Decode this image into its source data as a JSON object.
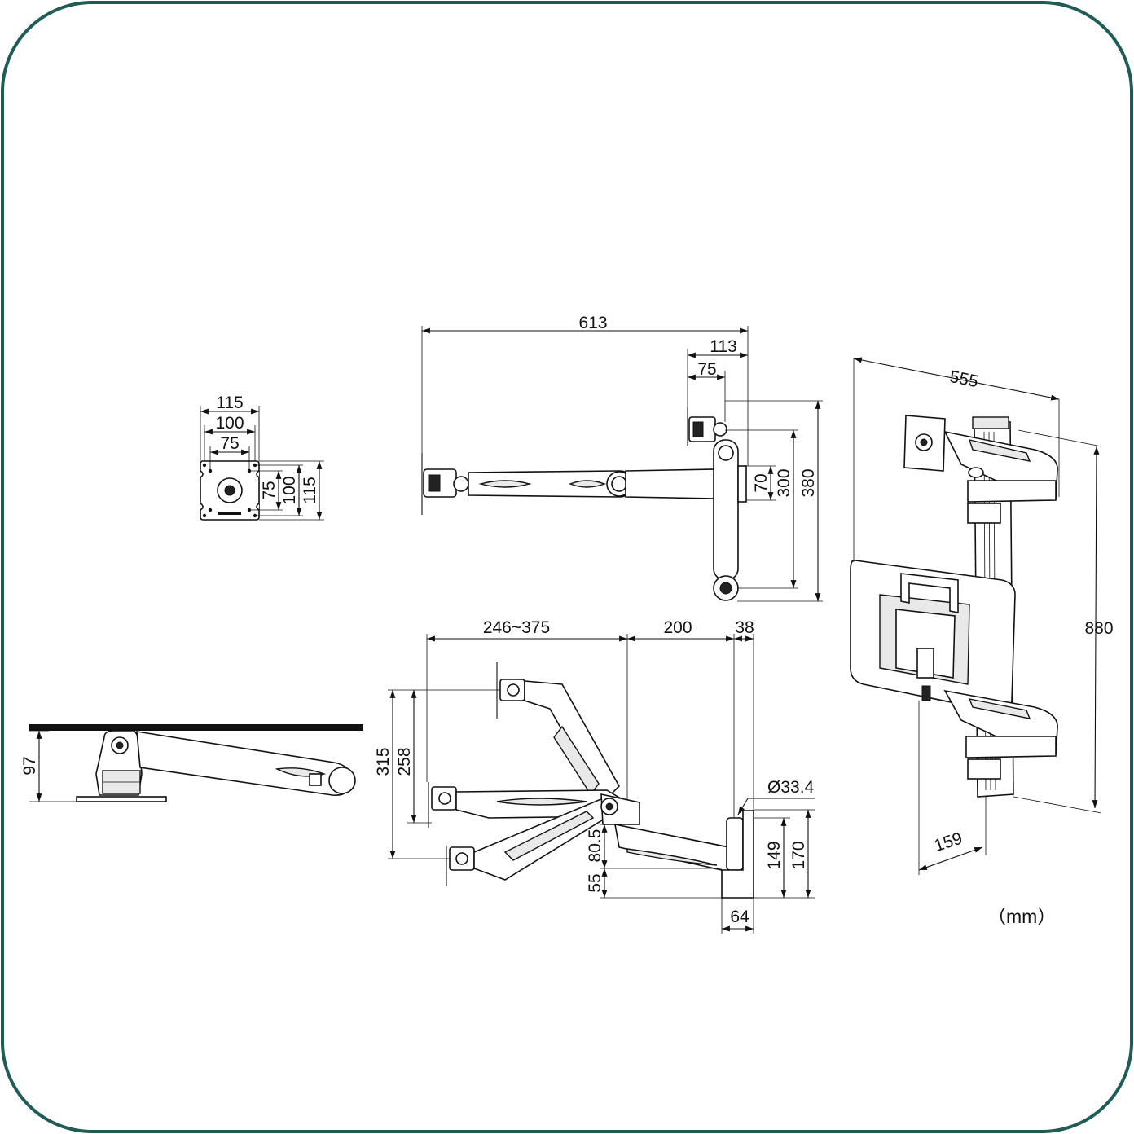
{
  "units_label": "（mm）",
  "border_color": "#1f5c55",
  "vesa_plate": {
    "horizontal": [
      "115",
      "100",
      "75"
    ],
    "vertical": [
      "75",
      "100",
      "115"
    ]
  },
  "top_view": {
    "overall_width": "613",
    "pole_offset": "113",
    "clamp_offset": "75",
    "heights": [
      "70",
      "300",
      "380"
    ]
  },
  "side_view": {
    "reach": "246~375",
    "arm": "200",
    "base": "38",
    "pole_diameter": "Ø33.4",
    "heights_left": [
      "315",
      "258"
    ],
    "small_heights": [
      "80.5",
      "55"
    ],
    "heights_right": [
      "149",
      "170"
    ],
    "base_width": "64"
  },
  "desk_view": {
    "height": "97"
  },
  "iso_view": {
    "width": "555",
    "height": "880",
    "depth": "159"
  }
}
